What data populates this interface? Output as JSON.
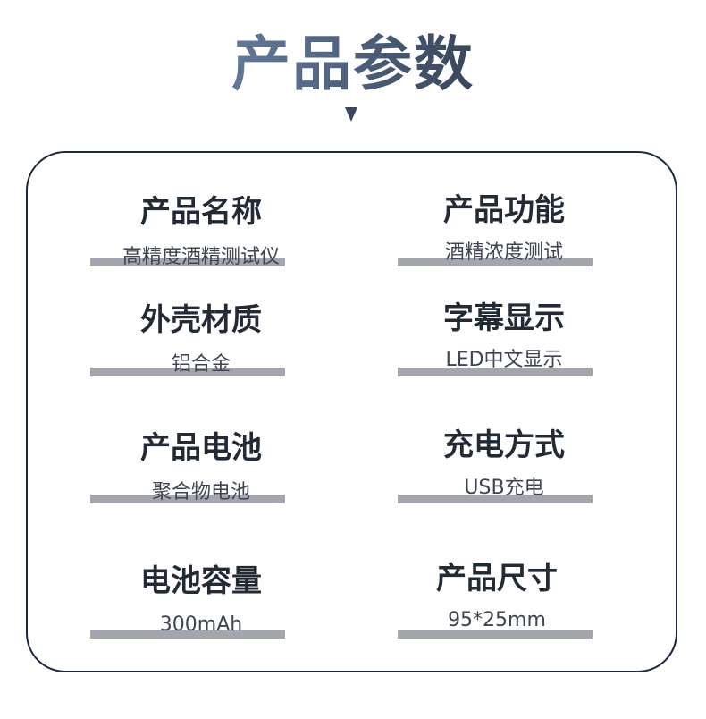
{
  "title": "产品参数",
  "icons": {
    "arrow": "chevron-down-icon"
  },
  "colors": {
    "panel_border": "#1e2740",
    "bar": "#a3a6ad",
    "label": "#222a36",
    "value": "#444a55"
  },
  "specs": [
    {
      "label": "产品名称",
      "value": "高精度酒精测试仪"
    },
    {
      "label": "产品功能",
      "value": "酒精浓度测试"
    },
    {
      "label": "外壳材质",
      "value": "铝合金"
    },
    {
      "label": "字幕显示",
      "value": "LED中文显示"
    },
    {
      "label": "产品电池",
      "value": "聚合物电池"
    },
    {
      "label": "充电方式",
      "value": "USB充电"
    },
    {
      "label": "电池容量",
      "value": "300mAh"
    },
    {
      "label": "产品尺寸",
      "value": "95*25mm"
    }
  ]
}
